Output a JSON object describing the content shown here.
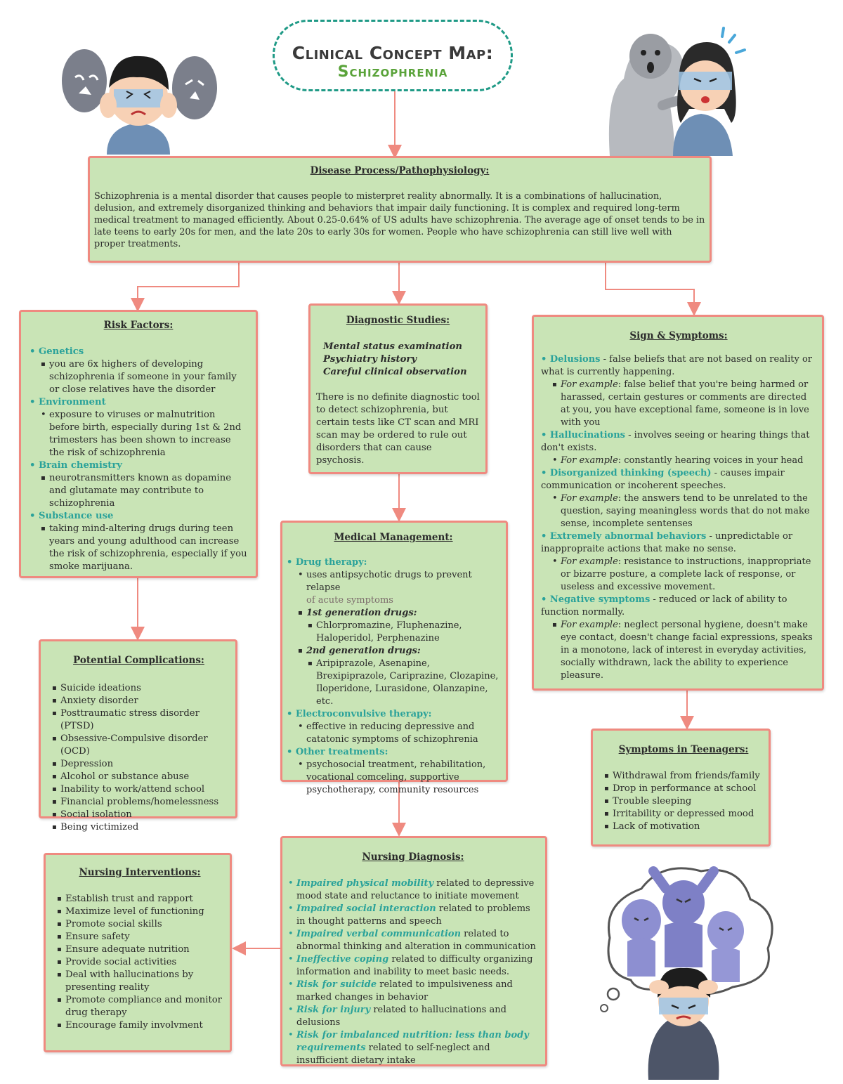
{
  "title": {
    "line1": "Clinical Concept Map:",
    "line2": "Schizophrenia",
    "color1": "#3a3a3a",
    "color2": "#5aa33a",
    "border": "#1f9a86"
  },
  "colors": {
    "box_bg": "#c9e4b6",
    "box_border": "#ef8a80",
    "arrow": "#ef8a80",
    "accent": "#2aa29a"
  },
  "illustrations": [
    "worried-boy-ghosts-illustration",
    "girl-scared-by-ghost-illustration",
    "distressed-person-thought-cloud-illustration"
  ],
  "disease": {
    "heading": "Disease Process/Pathophysiology:",
    "text": "Schizophrenia is a mental disorder that causes people to misterpret reality abnormally. It is a combinations of hallucination, delusion, and extremely disorganized thinking and behaviors that impair daily functioning. It is complex and required long-term medical treatment to managed efficiently. About 0.25-0.64% of US adults have schizophrenia. The average age of onset tends to be in late teens to early 20s for men, and the late 20s to early 30s for women. People who have schizophrenia can still live well with proper treatments."
  },
  "risk": {
    "heading": "Risk Factors:",
    "items": [
      {
        "cat": "Genetics",
        "sub": "you are 6x highers of developing schizophrenia if someone in your family or close relatives have the disorder"
      },
      {
        "cat": "Environment",
        "sub": "exposure to viruses or malnutrition before birth, especially during 1st & 2nd trimesters has been shown to increase the risk of schizophrenia"
      },
      {
        "cat": "Brain chemistry",
        "sub": "neurotransmitters known as dopamine and glutamate may contribute to schizophrenia"
      },
      {
        "cat": "Substance use",
        "sub": "taking mind-altering drugs during teen years and young adulthood can increase the risk of schizophrenia, especially if you smoke marijuana."
      }
    ]
  },
  "diagnostic": {
    "heading": "Diagnostic Studies:",
    "items": [
      "Mental status examination",
      "Psychiatry history",
      "Careful clinical observation"
    ],
    "text": "There is no definite diagnostic tool to detect schizophrenia, but certain tests like CT scan and MRI scan may be ordered to rule out disorders that can cause psychosis."
  },
  "signs": {
    "heading": "Sign & Symptoms:",
    "prefix": "For example",
    "items": [
      {
        "cat": "Delusions",
        "desc": " - false beliefs that are not based on reality or what is currently happening.",
        "ex": ": false belief that you're being harmed or harassed, certain gestures or comments are directed at you, you have exceptional fame, someone is in love with you"
      },
      {
        "cat": "Hallucinations",
        "desc": " - involves seeing or hearing things that don't exists.",
        "ex": ": constantly hearing voices in your head"
      },
      {
        "cat": "Disorganized thinking (speech)",
        "desc": " - causes impair communication or incoherent speeches.",
        "ex": ": the answers tend to be unrelated to the question, saying meaningless words that do not make sense, incomplete sentenses"
      },
      {
        "cat": "Extremely abnormal behaviors",
        "desc": " - unpredictable or inappropraite actions that make no sense.",
        "ex": ": resistance to instructions, inappropriate or bizarre posture, a complete lack of response, or useless and excessive movement."
      },
      {
        "cat": "Negative symptoms",
        "desc": " - reduced or lack of ability to function normally.",
        "ex": ": neglect personal hygiene, doesn't make eye contact, doesn't change facial expressions, speaks in a monotone, lack of interest in everyday activities, socially withdrawn, lack the ability to experience pleasure."
      }
    ]
  },
  "complications": {
    "heading": "Potential Complications:",
    "items": [
      "Suicide ideations",
      "Anxiety disorder",
      "Posttraumatic stress disorder (PTSD)",
      "Obsessive-Compulsive disorder (OCD)",
      "Depression",
      "Alcohol or substance abuse",
      "Inability to work/attend school",
      "Financial problems/homelessness",
      "Social isolation",
      "Being victimized"
    ]
  },
  "medical": {
    "heading": "Medical Management:",
    "drug": {
      "cat": "Drug therapy:",
      "desc1": "uses antipsychotic drugs to prevent relapse",
      "desc2": "of acute symptoms",
      "gen1": "1st generation drugs:",
      "gen1_list": "Chlorpromazine, Fluphenazine, Haloperidol, Perphenazine",
      "gen2": "2nd generation drugs:",
      "gen2_list": "Aripiprazole, Asenapine, Brexipiprazole, Cariprazine, Clozapine, Iloperidone, Lurasidone, Olanzapine, etc."
    },
    "ect": {
      "cat": "Electroconvulsive therapy:",
      "desc": "effective in reducing depressive and catatonic symptoms of schizophrenia"
    },
    "other": {
      "cat": "Other treatments:",
      "desc": "psychosocial treatment, rehabilitation, vocational comceling, supportive psychotherapy, community resources"
    }
  },
  "teen": {
    "heading": "Symptoms in Teenagers:",
    "items": [
      "Withdrawal from friends/family",
      "Drop in performance at school",
      "Trouble sleeping",
      "Irritability or depressed mood",
      "Lack of motivation"
    ]
  },
  "interventions": {
    "heading": "Nursing Interventions:",
    "items": [
      "Establish trust and rapport",
      "Maximize level of functioning",
      "Promote social skills",
      "Ensure safety",
      "Ensure adequate nutrition",
      "Provide social activities",
      "Deal with hallucinations by presenting reality",
      "Promote compliance and monitor drug therapy",
      "Encourage family involvment"
    ]
  },
  "nursing_dx": {
    "heading": "Nursing Diagnosis:",
    "items": [
      {
        "dx": "Impaired physical mobility",
        "rel": " related to depressive mood state and reluctance to initiate movement"
      },
      {
        "dx": "Impaired social interaction",
        "rel": " related to problems in thought patterns and speech"
      },
      {
        "dx": "Impaired verbal communication",
        "rel": " related to abnormal thinking and alteration in communication"
      },
      {
        "dx": "Ineffective coping",
        "rel": " related to difficulty organizing information and inability to meet basic needs."
      },
      {
        "dx": "Risk for suicide",
        "rel": " related to impulsiveness and marked changes in behavior"
      },
      {
        "dx": "Risk for injury",
        "rel": " related to hallucinations and delusions"
      },
      {
        "dx": "Risk for imbalanced nutrition: less than body requirements",
        "rel": " related to self-neglect and insufficient dietary intake"
      }
    ]
  }
}
